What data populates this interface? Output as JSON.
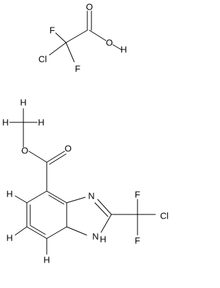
{
  "atoms": {
    "tfa_o_carbonyl": "O",
    "tfa_o_hydroxyl": "O",
    "tfa_h_hydroxyl": "H",
    "tfa_f_1": "F",
    "tfa_f_2": "F",
    "tfa_cl": "Cl",
    "methyl_h_1": "H",
    "methyl_h_2": "H",
    "methyl_h_3": "H",
    "ester_o_single": "O",
    "ester_o_double": "O",
    "ring_n_imine": "N",
    "ring_n_amine": "N",
    "ring_n_h": "H",
    "cf2cl_f_1": "F",
    "cf2cl_f_2": "F",
    "cf2cl_cl": "Cl",
    "aromatic_h_1": "H",
    "aromatic_h_2": "H",
    "aromatic_h_3": "H"
  },
  "colors": {
    "ink": "#000000",
    "background": "#ffffff"
  }
}
